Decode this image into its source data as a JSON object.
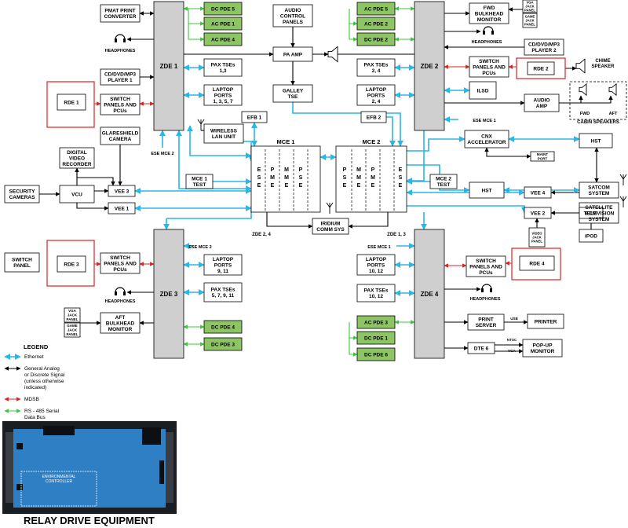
{
  "colors": {
    "ethernet": "#29b6e8",
    "general": "#000000",
    "mdsb": "#e02020",
    "rs485": "#3cc43c",
    "green_box": "#8dc564",
    "zone_box": "#cfcfcf",
    "red_outline": "#e02020"
  },
  "labels": {
    "pmat": [
      "PMAT PRINT",
      "CONVERTER"
    ],
    "dc_pde5": "DC PDE 5",
    "ac_pde1": "AC PDE 1",
    "ac_pde4": "AC PDE 4",
    "headphones": "HEADPHONES",
    "zde1": "ZDE 1",
    "cd_player1": [
      "CD/DVD/MP3",
      "PLAYER 1"
    ],
    "pax_tse_13": [
      "PAX TSEs",
      "1,3"
    ],
    "rde1": "RDE 1",
    "switch_panels": [
      "SWITCH",
      "PANELS AND",
      "PCUs"
    ],
    "laptop_1357": [
      "LAPTOP",
      "PORTS",
      "1, 3, 5, 7"
    ],
    "audio_ctrl": [
      "AUDIO",
      "CONTROL",
      "PANELS"
    ],
    "pa_amp": "PA AMP",
    "galley_tse": [
      "GALLEY",
      "TSE"
    ],
    "ac_pde5": "AC PDE 5",
    "ac_pde2": "AC PDE 2",
    "dc_pde2": "DC PDE 2",
    "zde2": "ZDE 2",
    "fwd_bulkhead": [
      "FWD",
      "BULKHEAD",
      "MONITOR"
    ],
    "vga_jack_panel": [
      "VGA",
      "JACK",
      "PANEL"
    ],
    "game_jack_panel": [
      "GAME",
      "JACK",
      "PANEL"
    ],
    "cd_player2": [
      "CD/DVD/MP3",
      "PLAYER 2"
    ],
    "pax_tse_24": [
      "PAX TSEs",
      "2, 4"
    ],
    "rde2": "RDE 2",
    "chime_speaker": [
      "CHIME",
      "SPEAKER"
    ],
    "ilsd": "ILSD",
    "laptop_24": [
      "LAPTOP",
      "PORTS",
      "2, 4"
    ],
    "audio_amp": [
      "AUDIO",
      "AMP"
    ],
    "fwd": "FWD",
    "aft": "AFT",
    "cabin_speakers": "CABIN SPEAKERS",
    "ese_mce1": "ESE MCE 1",
    "ese": "ESE",
    "mce2": "MCE 2",
    "efb1": "EFB 1",
    "efb2": "EFB 2",
    "glareshield": [
      "GLARESHIELD",
      "CAMERA"
    ],
    "wireless_lan": [
      "WIRELESS",
      "LAN UNIT"
    ],
    "cnx_accel": [
      "CNX",
      "ACCELERATOR"
    ],
    "hst": "HST",
    "maint_port": [
      "MAINT",
      "PORT"
    ],
    "satcom": [
      "SATCOM",
      "SYSTEM"
    ],
    "sat_tv": [
      "SATELLITE",
      "TELEVISION",
      "SYSTEM"
    ],
    "dvr": [
      "DIGITAL",
      "VIDEO",
      "RECORDER"
    ],
    "mce1_title": "MCE 1",
    "mce2_title": "MCE 2",
    "mce1_test": [
      "MCE 1",
      "TEST"
    ],
    "mce2_test": [
      "MCE 2",
      "TEST"
    ],
    "security_cameras": [
      "SECURITY",
      "CAMERAS"
    ],
    "vcu": "VCU",
    "vee3": "VEE 3",
    "vee1": "VEE 1",
    "vee4": "VEE 4",
    "vee2": "VEE 2",
    "ecm": "ECM",
    "ipod": "iPOD",
    "zde24": "ZDE 2, 4",
    "zde13": "ZDE 1, 3",
    "iridium": [
      "IRIDIUM",
      "COMM SYS"
    ],
    "video_jack_panel": [
      "VIDEO",
      "JACK",
      "PANEL"
    ],
    "ese_mce2": "ESE MCE 2",
    "laptop_911": [
      "LAPTOP",
      "PORTS",
      "9, 11"
    ],
    "pax_tse_5711": [
      "PAX TSEs",
      "5, 7, 9, 11"
    ],
    "zde3": "ZDE 3",
    "switch_panel": [
      "SWITCH",
      "PANEL"
    ],
    "rde3": "RDE 3",
    "aft_bulkhead": [
      "AFT",
      "BULKHEAD",
      "MONITOR"
    ],
    "dc_pde4": "DC PDE 4",
    "dc_pde3": "DC PDE 3",
    "ese_mce1_b": "ESE MCE 1",
    "laptop_1012": [
      "LAPTOP",
      "PORTS",
      "10, 12"
    ],
    "pax_tse_1012": [
      "PAX TSEs",
      "10, 12"
    ],
    "zde4": "ZDE 4",
    "rde4": "RDE 4",
    "ac_pde3": "AC PDE 3",
    "dc_pde1": "DC PDE 1",
    "dc_pde6": "DC PDE 6",
    "print_server": [
      "PRINT",
      "SERVER"
    ],
    "printer": "PRINTER",
    "usb": "USB",
    "dte6": "DTE 6",
    "ntsc": "NTSC",
    "vga": "VGA",
    "popup_monitor": [
      "POP-UP",
      "MONITOR"
    ],
    "mce_columns": [
      "E S E",
      "P M E",
      "M M E",
      "P S E"
    ]
  },
  "legend": {
    "title": "LEGEND",
    "items": [
      {
        "text": [
          "Ethernet"
        ],
        "kind": "ethernet"
      },
      {
        "text": [
          "General Analog",
          "or Discrete Signal",
          "(unless otherwise",
          "indicated)"
        ],
        "kind": "general"
      },
      {
        "text": [
          "MDSB"
        ],
        "kind": "mdsb"
      },
      {
        "text": [
          "RS - 485 Serial",
          "Data Bus"
        ],
        "kind": "rs485"
      }
    ]
  },
  "photo": {
    "label": [
      "ENVIRONMENTAL",
      "CONTROLLER"
    ],
    "caption": "RELAY DRIVE EQUIPMENT"
  }
}
